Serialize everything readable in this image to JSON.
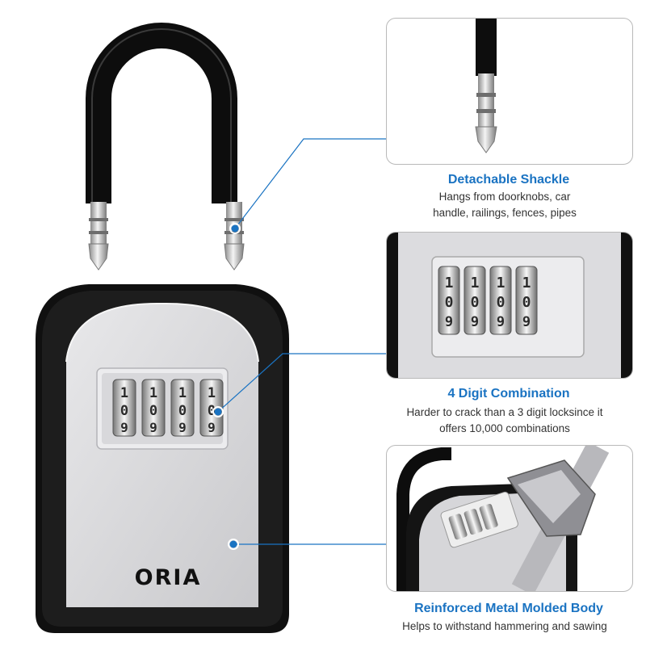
{
  "brand": "ORIA",
  "colors": {
    "accent": "#1a73c2",
    "lock_body": "#d9d9dc",
    "frame": "#111111"
  },
  "combination_digits": {
    "top": "1",
    "middle": "0",
    "bottom": "9"
  },
  "features": [
    {
      "title": "Detachable Shackle",
      "description": "Hangs from doorknobs, car handle, railings, fences, pipes"
    },
    {
      "title": "4 Digit Combination",
      "description": "Harder to crack than a 3 digit locksince it offers 10,000 combinations"
    },
    {
      "title": "Reinforced Metal Molded Body",
      "description": "Helps to withstand hammering and sawing"
    }
  ]
}
